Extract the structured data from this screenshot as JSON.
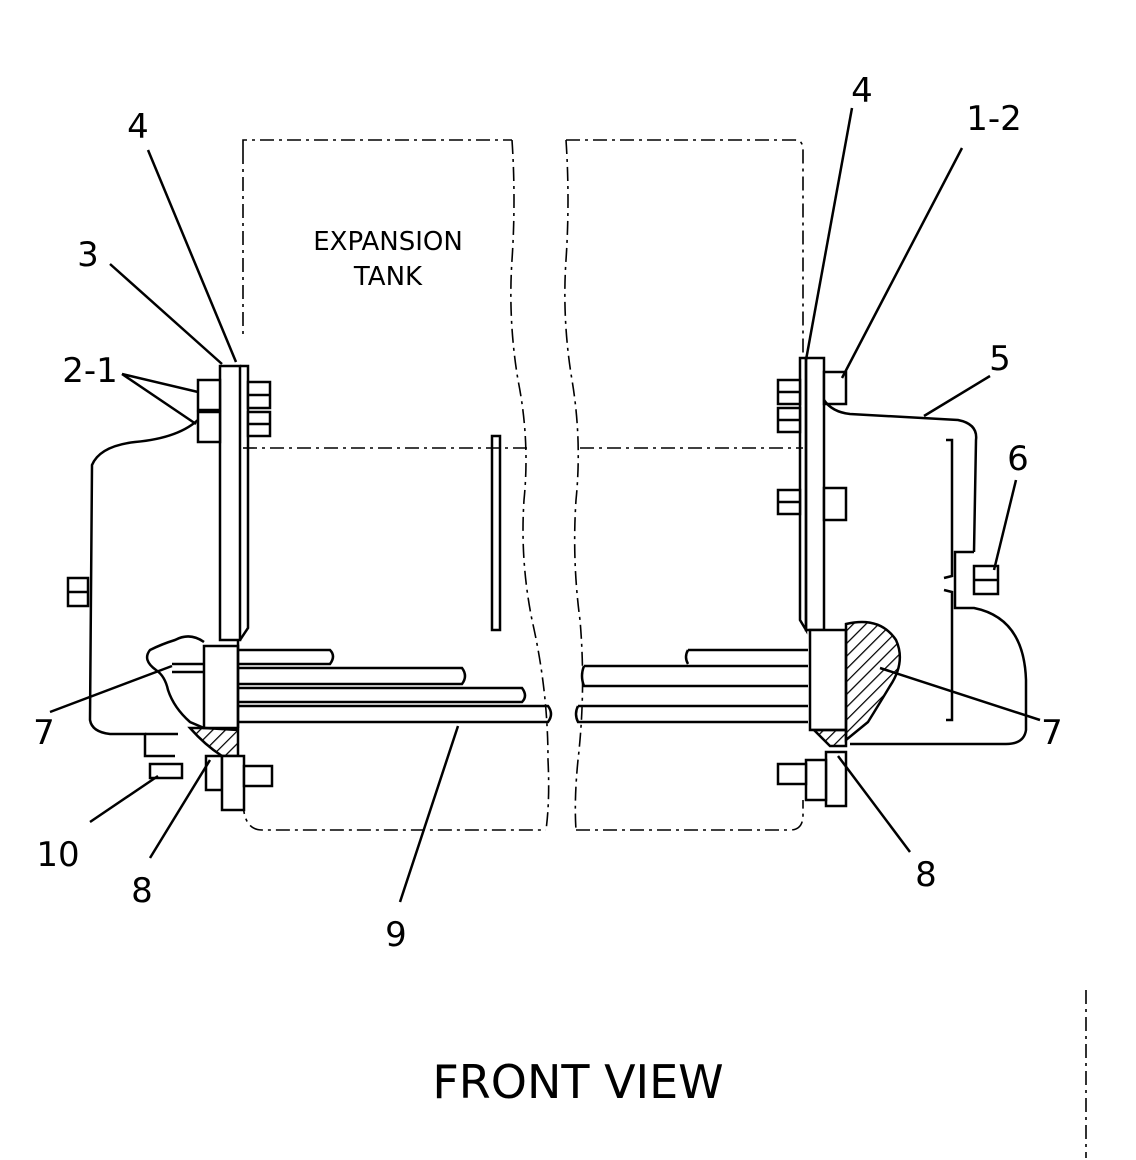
{
  "diagram": {
    "tank_label_line1": "EXPANSION",
    "tank_label_line2": "TANK",
    "view_title": "FRONT VIEW",
    "callouts": {
      "left_4": "4",
      "left_3": "3",
      "left_2_1": "2-1",
      "left_7": "7",
      "left_10": "10",
      "left_8": "8",
      "bottom_9": "9",
      "right_4": "4",
      "right_1_2": "1-2",
      "right_5": "5",
      "right_6": "6",
      "right_7": "7",
      "right_8": "8"
    }
  }
}
